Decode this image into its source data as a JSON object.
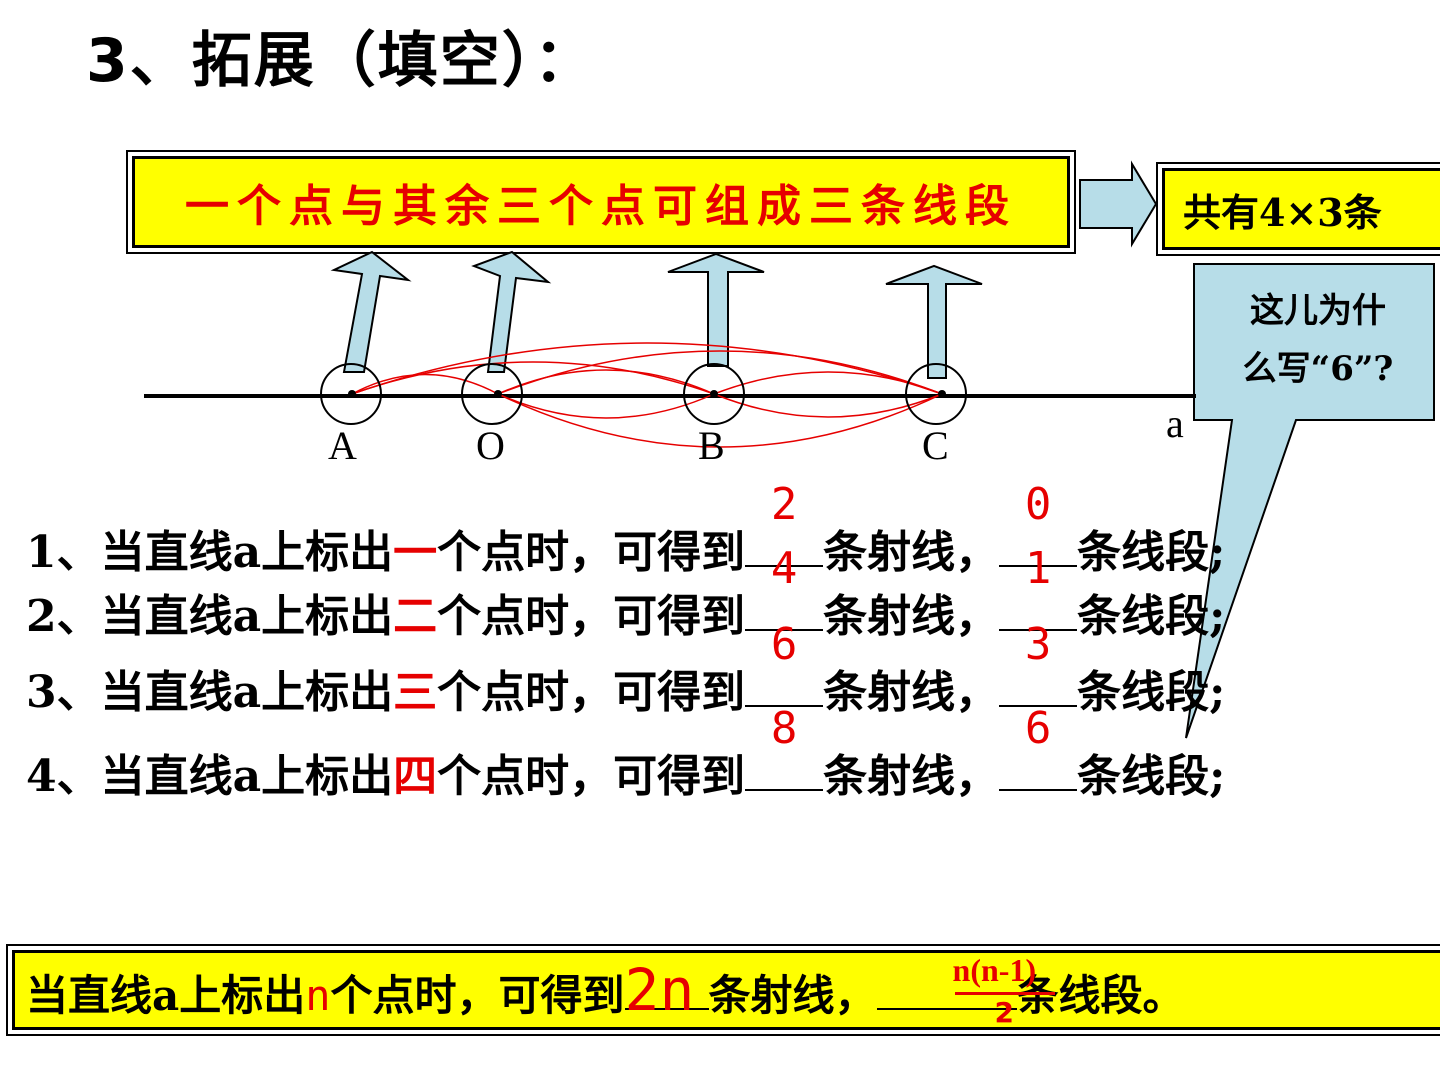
{
  "title": "3、拓展（填空）：",
  "top_box": {
    "text": "一个点与其余三个点可组成三条线段"
  },
  "right_box": {
    "text": "共有4×3条"
  },
  "callout": {
    "line1": "这儿为什",
    "line2": "么写“6”?"
  },
  "line": {
    "name": "a",
    "points": [
      {
        "label": "A",
        "name": "point-a"
      },
      {
        "label": "O",
        "name": "point-o"
      },
      {
        "label": "B",
        "name": "point-b"
      },
      {
        "label": "C",
        "name": "point-c"
      }
    ]
  },
  "questions": [
    {
      "num": "1",
      "pre": "、当直线a上标出",
      "count": "一",
      "mid": "个点时，可得到",
      "rays": "2",
      "mid2": "条射线，",
      "segs": "0",
      "post": "条线段;"
    },
    {
      "num": "2",
      "pre": "、当直线a上标出",
      "count": "二",
      "mid": "个点时，可得到",
      "rays": "4",
      "mid2": "条射线，",
      "segs": "1",
      "post": "条线段;"
    },
    {
      "num": "3",
      "pre": "、当直线a上标出",
      "count": "三",
      "mid": "个点时，可得到",
      "rays": "6",
      "mid2": "条射线，",
      "segs": "3",
      "post": "条线段;"
    },
    {
      "num": "4",
      "pre": "、当直线a上标出",
      "count": "四",
      "mid": "个点时，可得到",
      "rays": "8",
      "mid2": "条射线，",
      "segs": "6",
      "post": "条线段;"
    }
  ],
  "summary": {
    "pre": "当直线a上标出",
    "n": "n",
    "mid": "个点时，可得到",
    "rays": "2n",
    "mid2": "条射线，",
    "seg_numerator": "n(n-1)",
    "seg_denominator": "2",
    "post": "条线段。"
  },
  "colors": {
    "highlight": "#ffff00",
    "answer": "#e60000",
    "arrow": "#b7dde8",
    "callout": "#b7dde8"
  }
}
